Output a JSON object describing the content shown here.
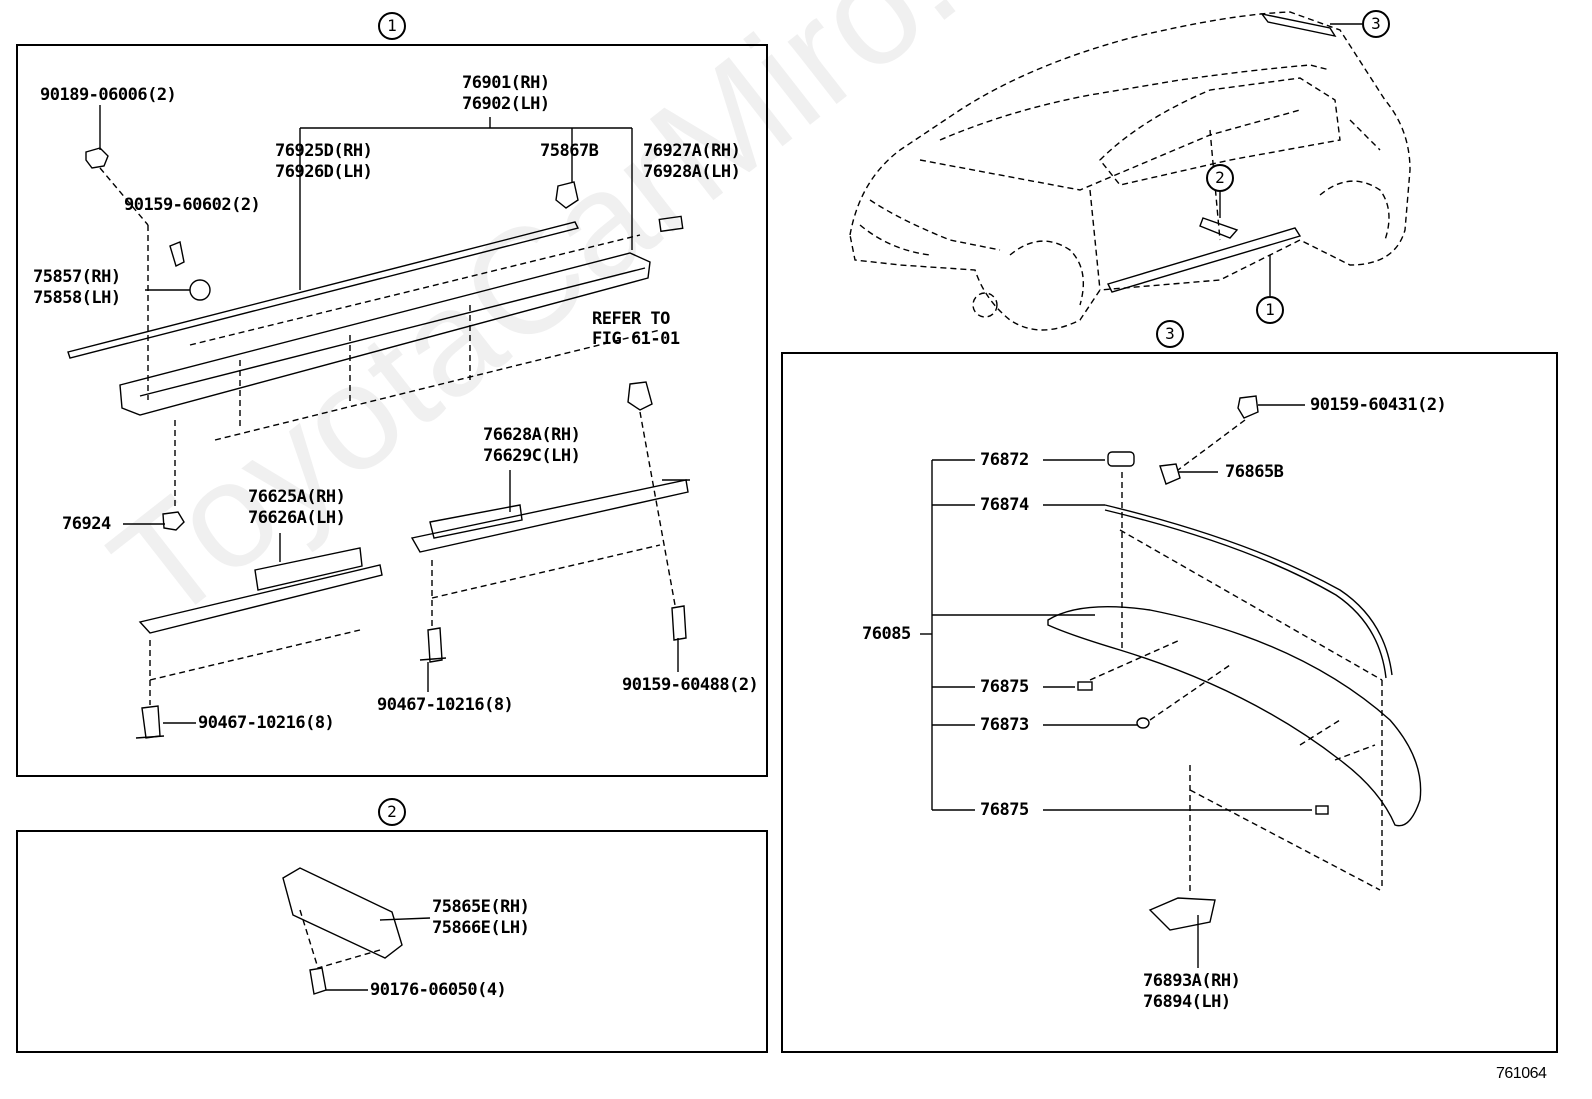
{
  "watermark": "ToyotaCarMiro.ru",
  "figure_number": "761064",
  "section_markers": {
    "s1": "1",
    "s2": "2",
    "s3": "3"
  },
  "section1": {
    "p_90189": "90189-06006(2)",
    "p_90159a": "90159-60602(2)",
    "p_75857": "75857(RH)",
    "p_75858": "75858(LH)",
    "p_76901": "76901(RH)",
    "p_76902": "76902(LH)",
    "p_76925": "76925D(RH)",
    "p_76926": "76926D(LH)",
    "p_75867": "75867B",
    "p_76927": "76927A(RH)",
    "p_76928": "76928A(LH)",
    "refer1": "REFER TO",
    "refer2": "FIG 61-01",
    "p_76924": "76924",
    "p_76628": "76628A(RH)",
    "p_76629": "76629C(LH)",
    "p_76625": "76625A(RH)",
    "p_76626": "76626A(LH)",
    "p_90467a": "90467-10216(8)",
    "p_90467b": "90467-10216(8)",
    "p_90159b": "90159-60488(2)"
  },
  "section2": {
    "p_75865": "75865E(RH)",
    "p_75866": "75866E(LH)",
    "p_90176": "90176-06050(4)"
  },
  "section3": {
    "p_90159c": "90159-60431(2)",
    "p_76872": "76872",
    "p_76865": "76865B",
    "p_76874": "76874",
    "p_76085": "76085",
    "p_76875a": "76875",
    "p_76873": "76873",
    "p_76875b": "76875",
    "p_76893": "76893A(RH)",
    "p_76894": "76894(LH)"
  }
}
